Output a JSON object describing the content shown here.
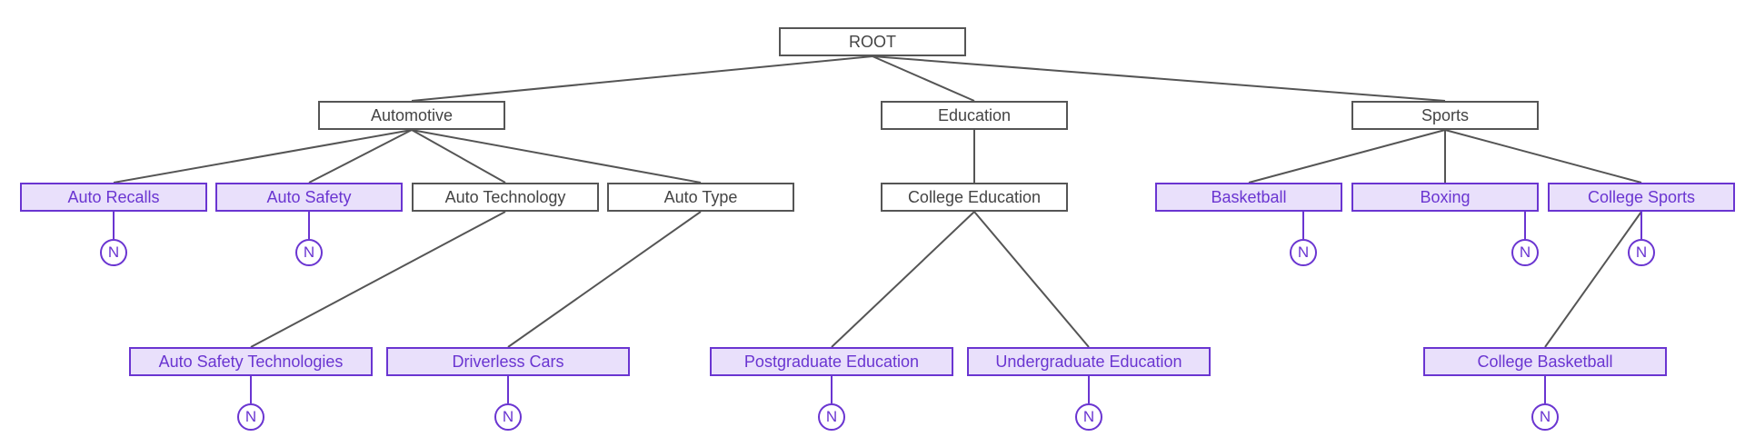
{
  "colors": {
    "edge": "#555555",
    "node_border": "#555555",
    "highlight_border": "#6a35d1",
    "highlight_fill": "#e9e0fb",
    "highlight_text": "#6a35d1"
  },
  "badge_label": "N",
  "nodes": {
    "root": {
      "label": "ROOT",
      "highlighted": false,
      "badge": false
    },
    "automotive": {
      "label": "Automotive",
      "highlighted": false,
      "badge": false
    },
    "education": {
      "label": "Education",
      "highlighted": false,
      "badge": false
    },
    "sports": {
      "label": "Sports",
      "highlighted": false,
      "badge": false
    },
    "auto_recalls": {
      "label": "Auto Recalls",
      "highlighted": true,
      "badge": true
    },
    "auto_safety": {
      "label": "Auto Safety",
      "highlighted": true,
      "badge": true
    },
    "auto_technology": {
      "label": "Auto Technology",
      "highlighted": false,
      "badge": false
    },
    "auto_type": {
      "label": "Auto Type",
      "highlighted": false,
      "badge": false
    },
    "college_education": {
      "label": "College Education",
      "highlighted": false,
      "badge": false
    },
    "basketball": {
      "label": "Basketball",
      "highlighted": true,
      "badge": true
    },
    "boxing": {
      "label": "Boxing",
      "highlighted": true,
      "badge": true
    },
    "college_sports": {
      "label": "College Sports",
      "highlighted": true,
      "badge": true
    },
    "auto_safety_technologies": {
      "label": "Auto Safety Technologies",
      "highlighted": true,
      "badge": true
    },
    "driverless_cars": {
      "label": "Driverless Cars",
      "highlighted": true,
      "badge": true
    },
    "postgraduate_education": {
      "label": "Postgraduate Education",
      "highlighted": true,
      "badge": true
    },
    "undergraduate_education": {
      "label": "Undergraduate Education",
      "highlighted": true,
      "badge": true
    },
    "college_basketball": {
      "label": "College Basketball",
      "highlighted": true,
      "badge": true
    }
  },
  "edges": [
    [
      "root",
      "automotive"
    ],
    [
      "root",
      "education"
    ],
    [
      "root",
      "sports"
    ],
    [
      "automotive",
      "auto_recalls"
    ],
    [
      "automotive",
      "auto_safety"
    ],
    [
      "automotive",
      "auto_technology"
    ],
    [
      "automotive",
      "auto_type"
    ],
    [
      "education",
      "college_education"
    ],
    [
      "sports",
      "basketball"
    ],
    [
      "sports",
      "boxing"
    ],
    [
      "sports",
      "college_sports"
    ],
    [
      "auto_technology",
      "auto_safety_technologies"
    ],
    [
      "auto_type",
      "driverless_cars"
    ],
    [
      "college_education",
      "postgraduate_education"
    ],
    [
      "college_education",
      "undergraduate_education"
    ],
    [
      "college_sports",
      "college_basketball"
    ]
  ]
}
